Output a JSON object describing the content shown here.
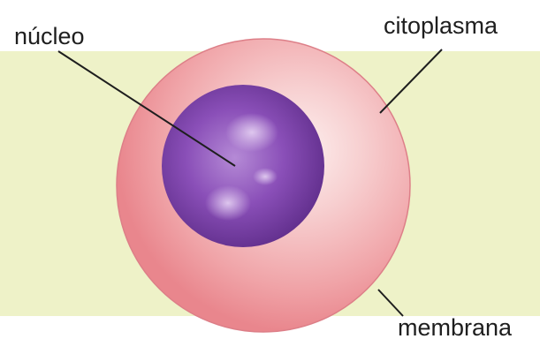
{
  "labels": {
    "nucleus": "núcleo",
    "cytoplasm": "citoplasma",
    "membrane": "membrana"
  },
  "colors": {
    "background_band": "#eef2c8",
    "cytoplasm": "#f1a2a6",
    "cytoplasm_highlight": "#fbe4e4",
    "nucleus": "#7a3fa6",
    "nucleus_highlight": "#c9a3e3",
    "leader_line": "#1e1e1e"
  }
}
